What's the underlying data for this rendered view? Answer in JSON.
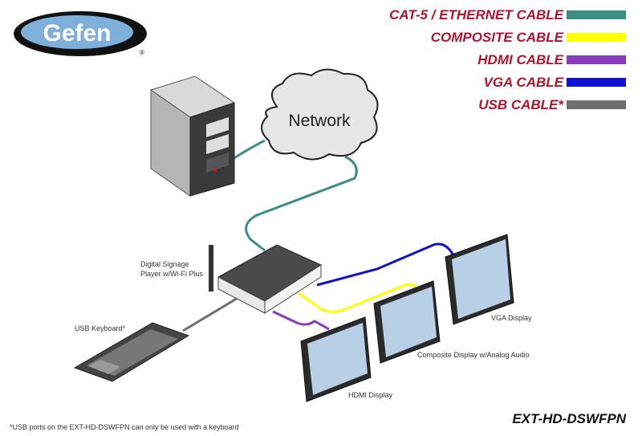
{
  "logo": {
    "text": "Gefen",
    "registered": "®"
  },
  "legend": [
    {
      "label": "CAT-5 / ETHERNET CABLE",
      "color": "#3a8f82"
    },
    {
      "label": "COMPOSITE CABLE",
      "color": "#ffff00"
    },
    {
      "label": "HDMI CABLE",
      "color": "#8a3bbd"
    },
    {
      "label": "VGA CABLE",
      "color": "#1010d0"
    },
    {
      "label": "USB CABLE*",
      "color": "#6e6e6e"
    }
  ],
  "network_label": "Network",
  "devices": {
    "player": "Digital Signage\nPlayer w/Wi-Fi Plus",
    "keyboard": "USB Keyboard*",
    "vga_display": "VGA Display",
    "composite_display": "Composite Display w/Analog Audio",
    "hdmi_display": "HDMI Display"
  },
  "footnote": "*USB ports on the EXT-HD-DSWFPN can only be used with a keyboard",
  "model": "EXT-HD-DSWFPN"
}
